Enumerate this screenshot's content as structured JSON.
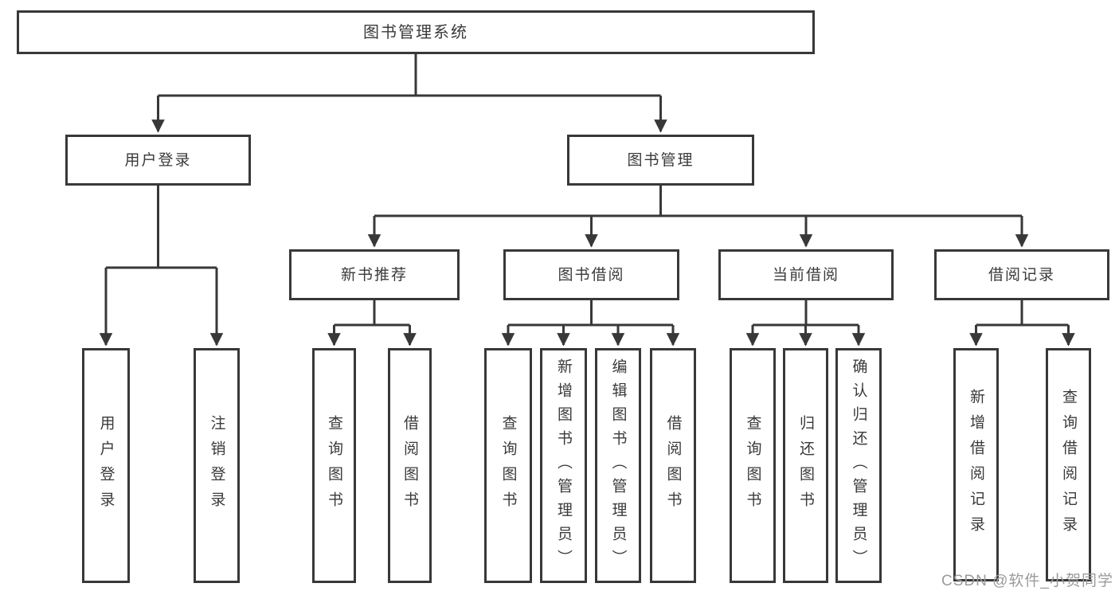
{
  "colors": {
    "line": "#383838",
    "box_border": "#383838",
    "text": "#3a3a3a",
    "watermark": "#9b9b9b",
    "background": "#ffffff"
  },
  "root": {
    "label": "图书管理系统",
    "children": [
      {
        "label": "用户登录",
        "children": [
          {
            "label": "用户登录"
          },
          {
            "label": "注销登录"
          }
        ]
      },
      {
        "label": "图书管理",
        "children": [
          {
            "label": "新书推荐",
            "children": [
              {
                "label": "查询图书"
              },
              {
                "label": "借阅图书"
              }
            ]
          },
          {
            "label": "图书借阅",
            "children": [
              {
                "label": "查询图书"
              },
              {
                "label": "新增图书（管理员）"
              },
              {
                "label": "编辑图书（管理员）"
              },
              {
                "label": "借阅图书"
              }
            ]
          },
          {
            "label": "当前借阅",
            "children": [
              {
                "label": "查询图书"
              },
              {
                "label": "归还图书"
              },
              {
                "label": "确认归还（管理员）"
              }
            ]
          },
          {
            "label": "借阅记录",
            "children": [
              {
                "label": "新增借阅记录"
              },
              {
                "label": "查询借阅记录"
              }
            ]
          }
        ]
      }
    ]
  },
  "watermark": {
    "text": "CSDN @软件_小贺同学"
  }
}
